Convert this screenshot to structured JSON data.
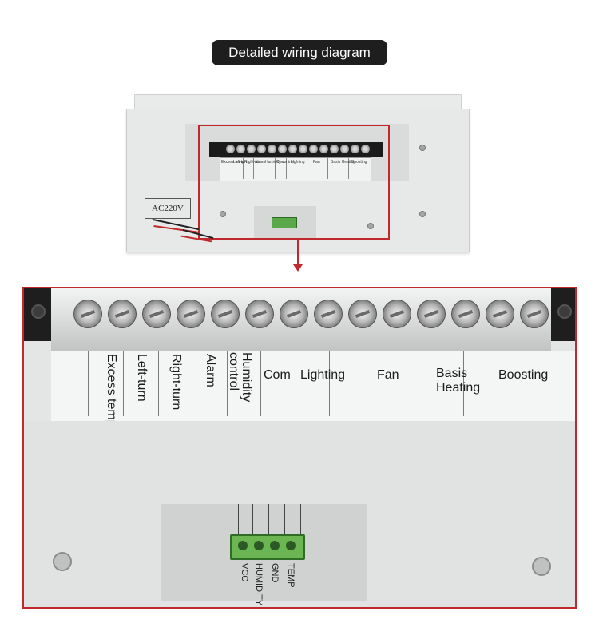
{
  "header": {
    "title": "Detailed wiring diagram"
  },
  "power_label": "AC220V",
  "terminal_labels": [
    "Excess temp",
    "Left-turn",
    "Right-turn",
    "Alarm",
    "Humidity control",
    "Com",
    "Lighting",
    "Fan",
    "Basis Heating",
    "Boosting"
  ],
  "small_terminal_labels": [
    "Excess temp",
    "Left-turn",
    "Right-turn",
    "Alarm",
    "Humidity control",
    "Com",
    "Lighting",
    "Fan",
    "Basis Heating",
    "Boosting"
  ],
  "sensor_labels": [
    "VCC",
    "HUMIDITY",
    "GND",
    "TEMP"
  ],
  "colors": {
    "highlight": "#c0282b",
    "connector": "#6bb653",
    "badge": "#1e1e1e"
  }
}
